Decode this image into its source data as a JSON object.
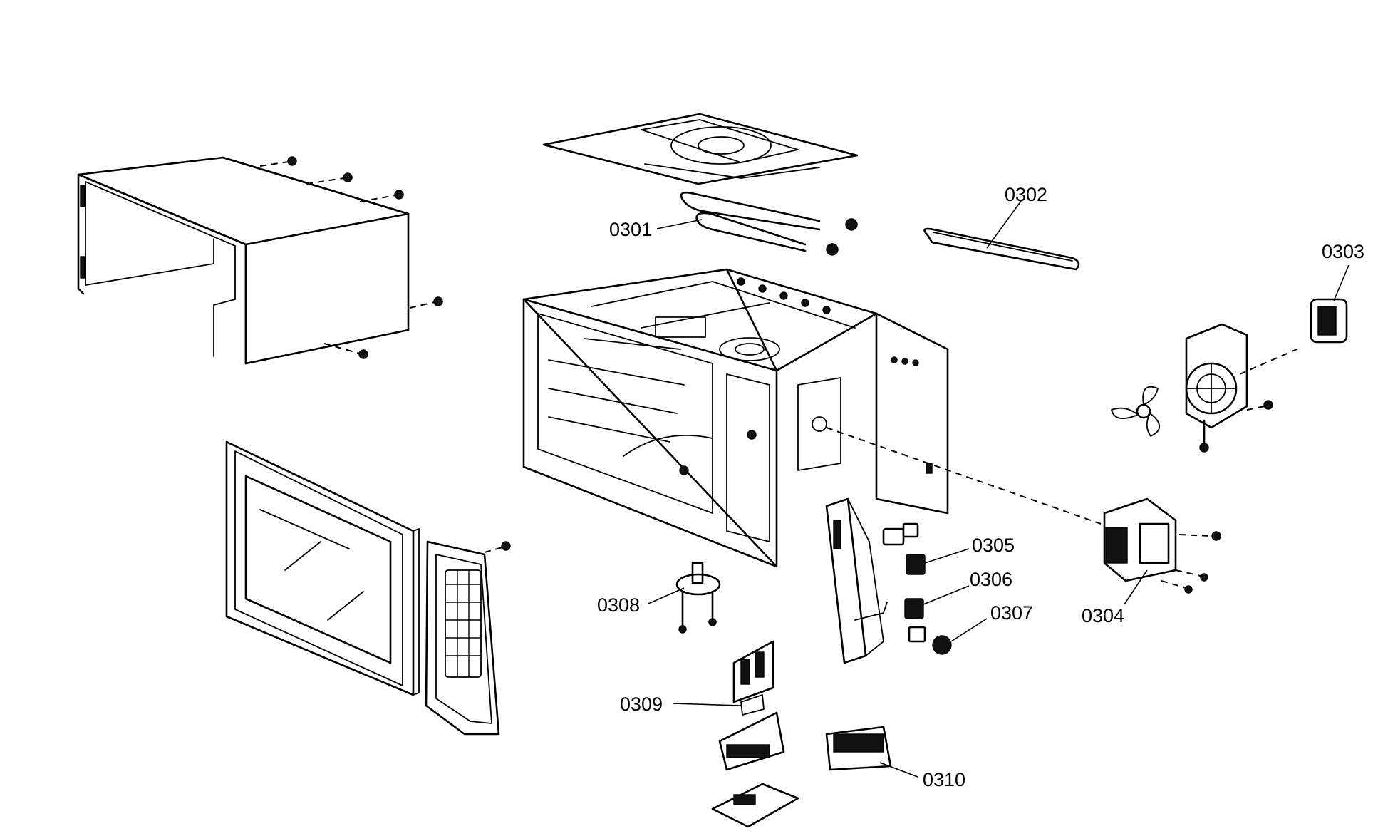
{
  "labels": {
    "p0301": "0301",
    "p0302": "0302",
    "p0303": "0303",
    "p0304": "0304",
    "p0305": "0305",
    "p0306": "0306",
    "p0307": "0307",
    "p0308": "0308",
    "p0309": "0309",
    "p0310": "0310"
  },
  "colors": {
    "line": "#000000",
    "background": "#ffffff"
  }
}
